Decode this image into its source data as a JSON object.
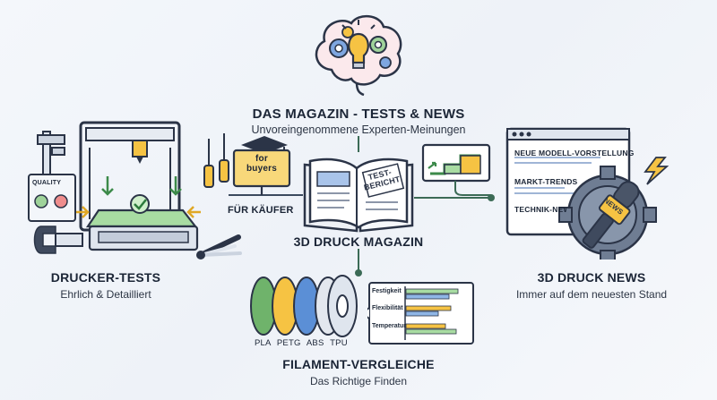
{
  "top": {
    "title": "DAS MAGAZIN - TESTS & NEWS",
    "subtitle": "Unvoreingenommene Experten-Meinungen"
  },
  "center": {
    "title": "3D DRUCK MAGAZIN",
    "book_stamp": [
      "TEST-",
      "BERICHT"
    ]
  },
  "left": {
    "title": "DRUCKER-TESTS",
    "subtitle": "Ehrlich & Detailliert",
    "quality_label": "QUALITY",
    "buyers_sign": [
      "for",
      "buyers"
    ],
    "fuer_kaeufer": "FÜR KÄUFER"
  },
  "right": {
    "title": "3D DRUCK NEWS",
    "subtitle": "Immer auf dem neuesten Stand",
    "browser_items": [
      "NEUE MODELL-VORSTELLUNG",
      "MARKT-TRENDS",
      "TECHNIK-NEWS"
    ],
    "mic_label": "NEWS"
  },
  "bottom": {
    "title": "FILAMENT-VERGLEICHE",
    "subtitle": "Das Richtige Finden",
    "spool_labels": [
      "PLA",
      "PETG",
      "ABS",
      "TPU"
    ],
    "chart_labels": [
      "Festigkeit",
      "Flexibilität",
      "Temperatur"
    ]
  },
  "colors": {
    "outline": "#2b3447",
    "accent_yellow": "#f6c343",
    "accent_green": "#8fd08a",
    "accent_blue": "#5b8fd6",
    "connector": "#3c6b56"
  }
}
